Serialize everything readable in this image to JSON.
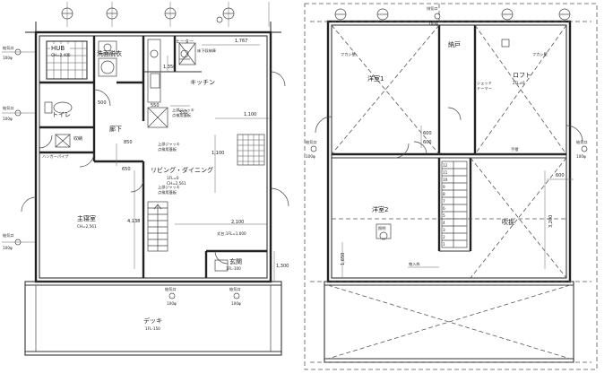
{
  "left_plan": {
    "rooms": {
      "hub": "HUB",
      "hub_ch": "CH=2,400",
      "washroom": "洗面脱衣",
      "toilet": "トイレ",
      "storage": "収納",
      "kitchen": "キッチン",
      "corridor": "廊下",
      "living": "リビング・ダイニング",
      "living_fl": "1FL=0",
      "living_ch": "CH=2,561",
      "master": "主寝室",
      "master_ch": "CH=2,561",
      "entrance": "玄関",
      "entrance_fl": "1FL-100",
      "deck": "デッキ",
      "deck_fl": "1FL-150"
    },
    "labels": {
      "heater": "ヒーター",
      "underfloor_storage": "床下収納庫",
      "hanger_pipe": "ハンガーパイプ",
      "jack1": "上部ジャッキ",
      "jack1b": "点検用蓋板",
      "jack2": "上部ジャッキ",
      "jack2b": "点検用蓋板",
      "jack3": "上部ジャッキ",
      "jack3b": "点検用蓋板",
      "shokudai": "式台:1FL=1,000",
      "vent1": "給気口",
      "vent1b": "100φ",
      "vent2": "給気口",
      "vent2b": "100φ",
      "vent3": "給気口",
      "vent3b": "100φ",
      "vent4": "給気口",
      "vent4b": "100φ",
      "vent5": "給気口",
      "vent5b": "100φ"
    },
    "dims": {
      "d1767": "1,767",
      "d1100": "1,100",
      "d500": "500",
      "d850": "850",
      "d1100v": "1,100",
      "d550": "550",
      "d550b": "550",
      "d2100": "2,100",
      "d4138": "4,138",
      "d1300": "1,300",
      "d1350": "1,350",
      "d650": "650"
    }
  },
  "right_plan": {
    "rooms": {
      "western1": "洋室1",
      "closet": "納戸",
      "loft": "ロフト",
      "loft_fl": "2FL±0",
      "western2": "洋室2",
      "void": "吹抜"
    },
    "labels": {
      "fukashi1": "フカシ壁",
      "fukashi2": "フカシ壁",
      "vent_top": "排気口",
      "vent_top_b": "100φ",
      "shade": "シェッド",
      "dormer": "ドーマー",
      "handrail": "手摺",
      "vent_l": "給気口",
      "vent_l_b": "100φ",
      "vent_r": "給気口",
      "vent_r_b": "100φ",
      "ladder": "物入枠",
      "lamp": "照明"
    },
    "dims": {
      "d600a": "600",
      "d600b": "600",
      "d600c": "600",
      "d3200": "3,200",
      "d1650": "1,650"
    },
    "stairs": [
      "12",
      "11",
      "10",
      "9",
      "8",
      "7",
      "6",
      "5",
      "4",
      "3",
      "2",
      "1"
    ]
  }
}
